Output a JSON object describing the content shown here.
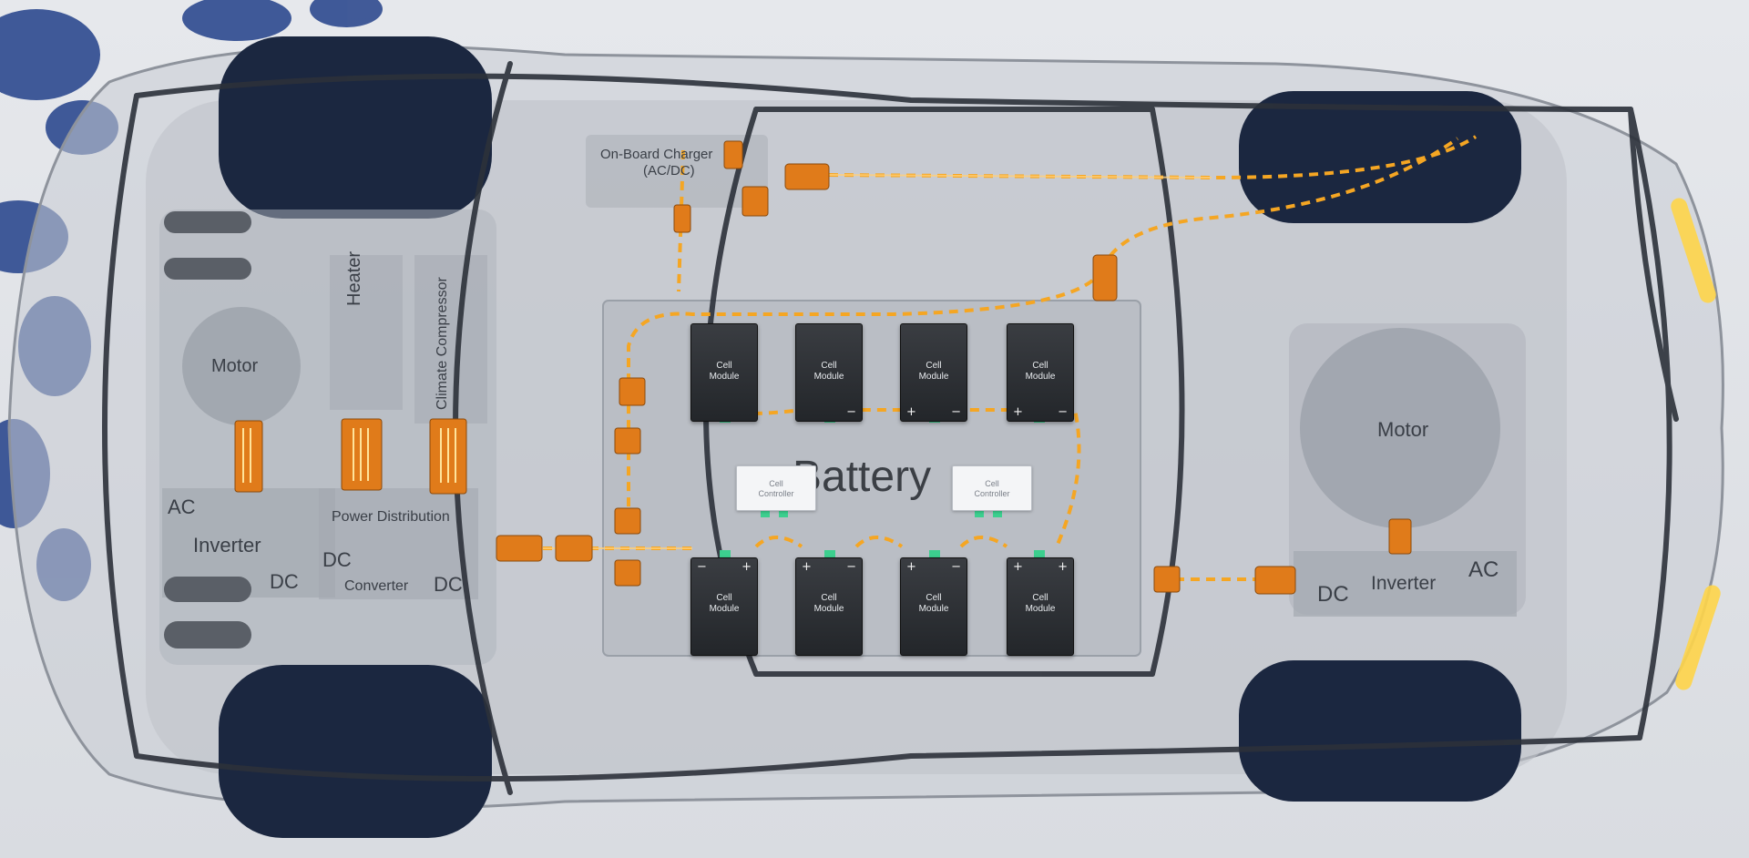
{
  "diagram": {
    "labels": {
      "motor_front": "Motor",
      "motor_rear": "Motor",
      "heater": "Heater",
      "climate_compressor": "Climate Compressor",
      "onboard_charger_line1": "On-Board Charger",
      "onboard_charger_line2": "(AC/DC)",
      "power_distribution": "Power Distribution",
      "battery": "Battery",
      "inverter_front": "Inverter",
      "inverter_rear": "Inverter",
      "ac_front": "AC",
      "dc_front": "DC",
      "dc_converter_top": "DC",
      "converter": "Converter",
      "dc_converter_right": "DC",
      "dc_rear": "DC",
      "ac_rear": "AC"
    },
    "cell_module_label": [
      "Cell",
      "Module"
    ],
    "cell_controller_label": [
      "Cell",
      "Controller"
    ],
    "cells_top": [
      {
        "line1": "Cell",
        "line2": "Module",
        "pos": "",
        "neg": ""
      },
      {
        "line1": "Cell",
        "line2": "Module",
        "pos": "",
        "neg": "−"
      },
      {
        "line1": "Cell",
        "line2": "Module",
        "pos": "+",
        "neg": "−"
      },
      {
        "line1": "Cell",
        "line2": "Module",
        "pos": "+",
        "neg": "−"
      }
    ],
    "cells_bottom": [
      {
        "line1": "Cell",
        "line2": "Module",
        "pos": "+",
        "neg": "−"
      },
      {
        "line1": "Cell",
        "line2": "Module",
        "pos": "+",
        "neg": "−"
      },
      {
        "line1": "Cell",
        "line2": "Module",
        "pos": "+",
        "neg": "−"
      },
      {
        "line1": "Cell",
        "line2": "Module",
        "pos": "+",
        "neg": "+"
      }
    ],
    "colors": {
      "accent_cable": "#f5a623",
      "connector": "#e07b1a",
      "cell_module": "#2a2d31",
      "terminal_green": "#3ccf8e",
      "headlight": "#ffd54a"
    }
  }
}
